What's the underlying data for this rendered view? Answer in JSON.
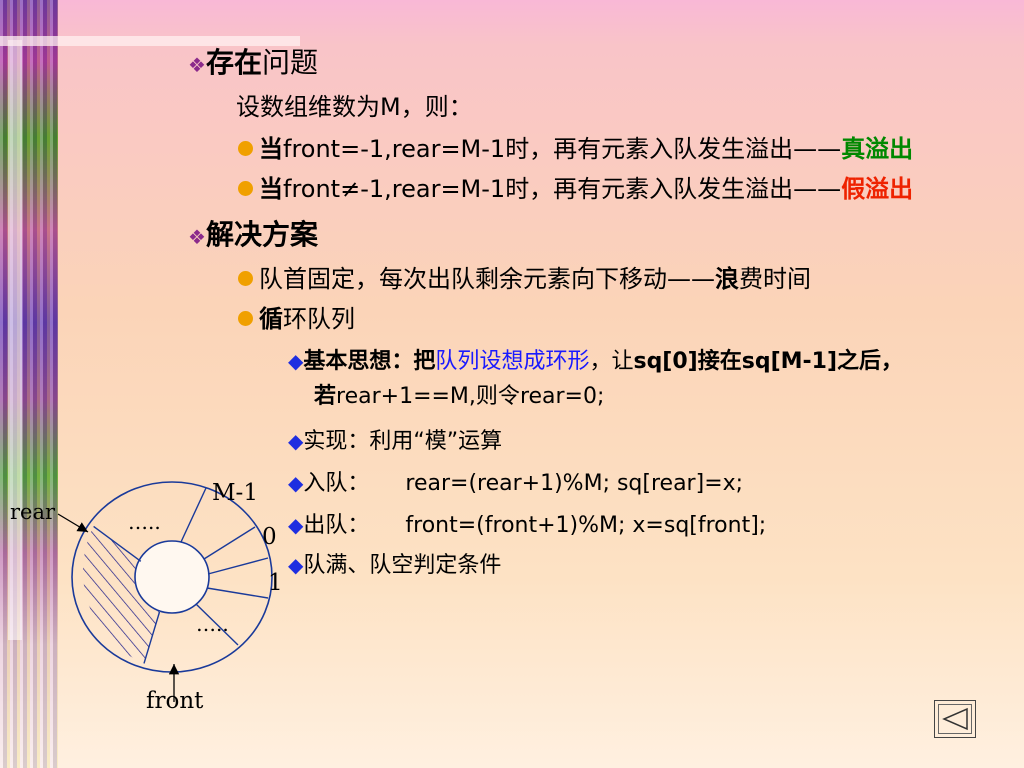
{
  "problem": {
    "heading_a": "存在",
    "heading_b": "问题",
    "setup": "设数组维数为M，则：",
    "b1_prefix": "当",
    "b1_main": "front=-1,rear=M-1时，再有元素入队发生溢出——",
    "b1_tag": "真溢出",
    "b2_prefix": "当",
    "b2_main": "front≠-1,rear=M-1时，再有元素入队发生溢出——",
    "b2_tag": "假溢出"
  },
  "solution": {
    "heading": "解决方案",
    "s1_text": "队首固定，每次出队剩余元素向下移动——",
    "s1_b": "浪",
    "s1_end": "费时间",
    "s2_b": "循",
    "s2_end": "环队列",
    "idea_label": "基本思想：",
    "idea_ba": "把",
    "idea_blue1": "队列",
    "idea_blue2": "设想成环形",
    "idea_rest1": "，让",
    "idea_rest2": "sq[0]接在sq[M-1]之后，",
    "idea_line2_a": "若",
    "idea_line2_b": "rear+1==M,",
    "idea_line2_c": "则令",
    "idea_line2_d": "rear=0;",
    "impl": "实现：利用“模”运算",
    "enq_label": "入队：",
    "enq_code": "rear=(rear+1)%M;    sq[rear]=x;",
    "deq_label": "出队：",
    "deq_code": "front=(front+1)%M;    x=sq[front];",
    "cond": "队满、队空判定条件"
  },
  "diagram": {
    "rear": "rear",
    "front": "front",
    "m1": "M-1",
    "zero": "0",
    "one": "1",
    "dots1": "…..",
    "dots2": "….."
  },
  "colors": {
    "green": "#008800",
    "red": "#ee2200",
    "blue": "#1a1aff",
    "bullet": "#f0a000"
  }
}
